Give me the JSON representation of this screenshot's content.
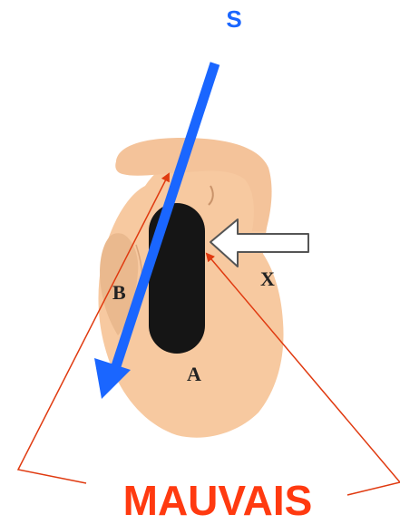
{
  "labels": {
    "direction": "S",
    "b": "B",
    "x": "X",
    "a": "A",
    "verdict": "MAUVAIS"
  },
  "colors": {
    "direction_arrow": "#1a66ff",
    "verdict_text": "#ff3a10",
    "pointer_lines": "#e03a10",
    "skin": "#f7c9a0",
    "skin_shadow": "#e9b48a",
    "object": "#151515",
    "push_arrow_fill": "#ffffff",
    "push_arrow_stroke": "#555555"
  }
}
